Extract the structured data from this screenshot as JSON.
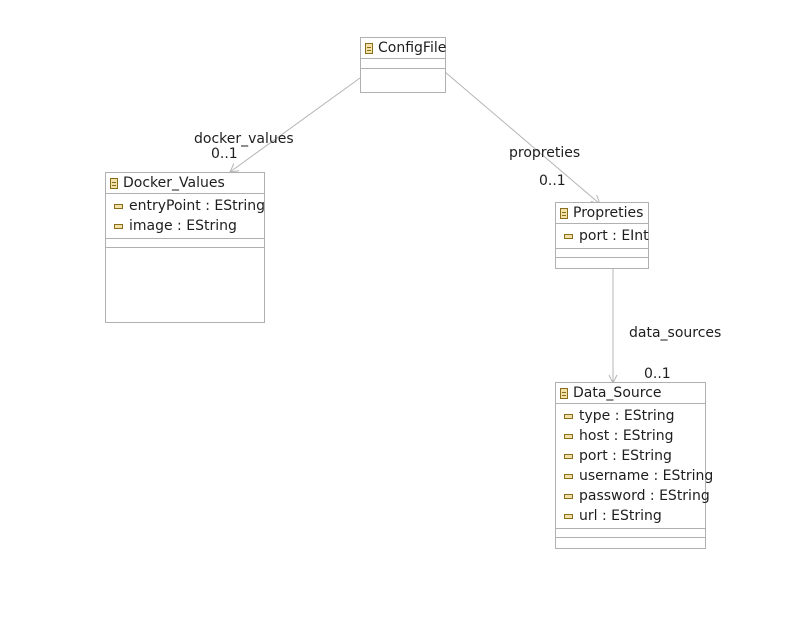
{
  "classes": {
    "configfile": {
      "name": "ConfigFile",
      "attributes": []
    },
    "docker_values": {
      "name": "Docker_Values",
      "attributes": [
        "entryPoint : EString",
        "image : EString"
      ]
    },
    "propreties": {
      "name": "Propreties",
      "attributes": [
        "port : EInt"
      ]
    },
    "data_source": {
      "name": "Data_Source",
      "attributes": [
        "type : EString",
        "host : EString",
        "port : EString",
        "username : EString",
        "password : EString",
        "url : EString"
      ]
    }
  },
  "references": {
    "docker_values": {
      "name": "docker_values",
      "multiplicity": "0..1"
    },
    "propreties": {
      "name": "propreties",
      "multiplicity": "0..1"
    },
    "data_sources": {
      "name": "data_sources",
      "multiplicity": "0..1"
    }
  },
  "colors": {
    "edge": "#b4b4b4",
    "border": "#b0b0b0",
    "icon_fill": "#f3e2a8",
    "icon_stroke": "#8a6d1c"
  }
}
